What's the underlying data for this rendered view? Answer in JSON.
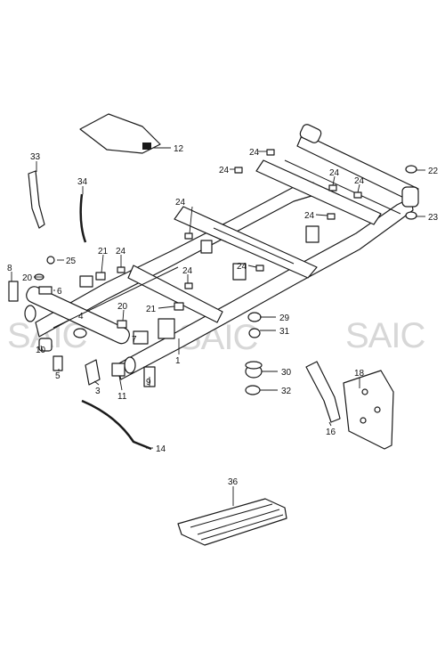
{
  "diagram": {
    "watermark": "SAIC",
    "callouts": {
      "c1": "1",
      "c3": "3",
      "c4": "4",
      "c5": "5",
      "c6": "6",
      "c7": "7",
      "c8": "8",
      "c9": "9",
      "c10": "10",
      "c11": "11",
      "c12": "12",
      "c14": "14",
      "c16": "16",
      "c18": "18",
      "c20a": "20",
      "c20b": "20",
      "c21a": "21",
      "c21b": "21",
      "c22": "22",
      "c23": "23",
      "c24a": "24",
      "c24b": "24",
      "c24c": "24",
      "c24d": "24",
      "c24e": "24",
      "c24f": "24",
      "c24g": "24",
      "c24h": "24",
      "c24i": "24",
      "c25": "25",
      "c29": "29",
      "c30": "30",
      "c31": "31",
      "c32": "32",
      "c33": "33",
      "c34": "34",
      "c36": "36"
    }
  }
}
